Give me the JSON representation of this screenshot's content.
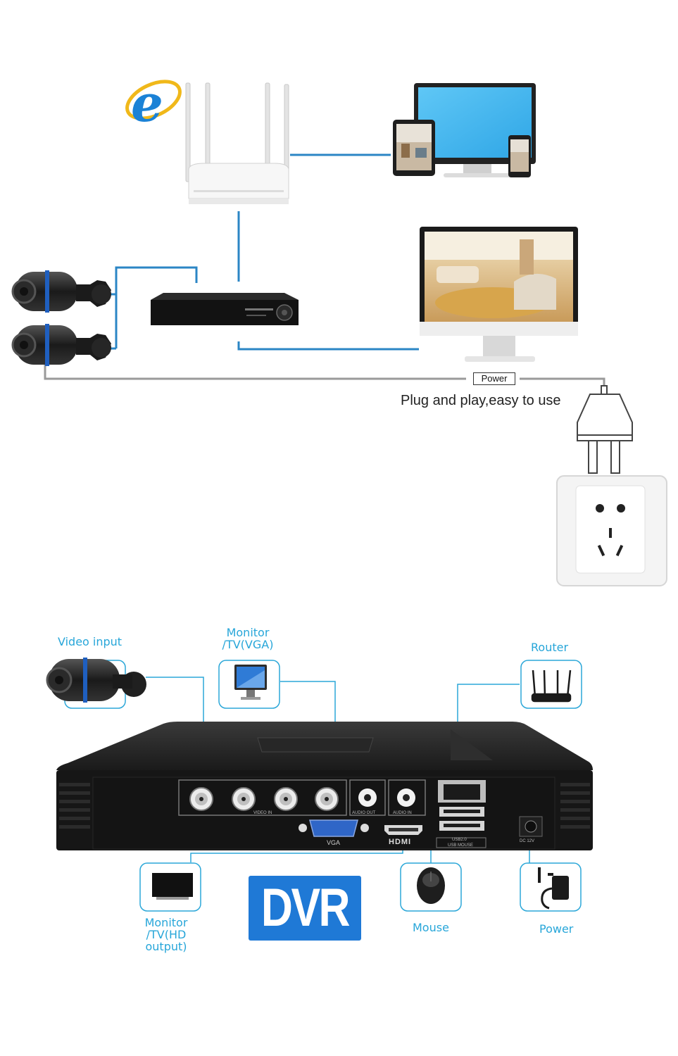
{
  "top": {
    "power_tag": "Power",
    "caption": "Plug and play,easy to use"
  },
  "bottom": {
    "video_input_label": "Video input",
    "monitor_vga_label": "Monitor /TV(VGA)",
    "router_label": "Router",
    "monitor_hd_label": "Monitor /TV(HD output)",
    "mouse_label": "Mouse",
    "power_label": "Power",
    "dvr_badge": "DVR",
    "panel_labels": {
      "video_in": "VIDEO IN",
      "audio_out": "AUDIO OUT",
      "audio_in": "AUDIO IN",
      "vga": "VGA",
      "hdmi": "HDMI",
      "usb": "USB2.0",
      "usb_mouse": "USB MOUSE",
      "dc": "DC 12V"
    }
  },
  "colors": {
    "connector_blue": "#2b86c5",
    "label_cyan": "#27a6d9",
    "badge_blue": "#1f79d6",
    "dvr_body": "#1c1c1c"
  },
  "icons": [
    "internet-explorer-icon",
    "wifi-router-icon",
    "monitor-icon",
    "tablet-icon",
    "phone-icon",
    "bullet-camera-icon",
    "dvr-recorder-icon",
    "power-plug-icon",
    "wall-socket-icon",
    "mouse-icon",
    "power-adapter-icon"
  ]
}
